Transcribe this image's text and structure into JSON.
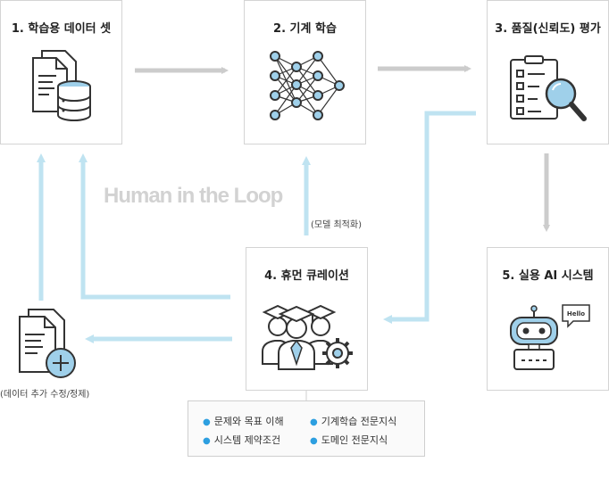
{
  "boxes": {
    "dataset": "1. 학습용 데이터 셋",
    "ml": "2. 기계 학습",
    "quality": "3. 품질(신뢰도) 평가",
    "curation": "4. 휴먼 큐레이션",
    "system": "5. 실용 AI 시스템"
  },
  "labels": {
    "human_in_loop": "Human in the Loop",
    "model_opt": "(모델 최적화)",
    "data_edit": "(데이터 추가 수정/정제)",
    "bubble": "Hello"
  },
  "skills": [
    "문제와 목표 이해",
    "기계학습 전문지식",
    "시스템 제약조건",
    "도메인 전문지식"
  ],
  "colors": {
    "blue_arrow": "#bfe3f1",
    "gray_arrow": "#cccccc",
    "icon_dark": "#333333",
    "icon_blue": "#9fd0ea",
    "bullet": "#2d9fe0"
  }
}
